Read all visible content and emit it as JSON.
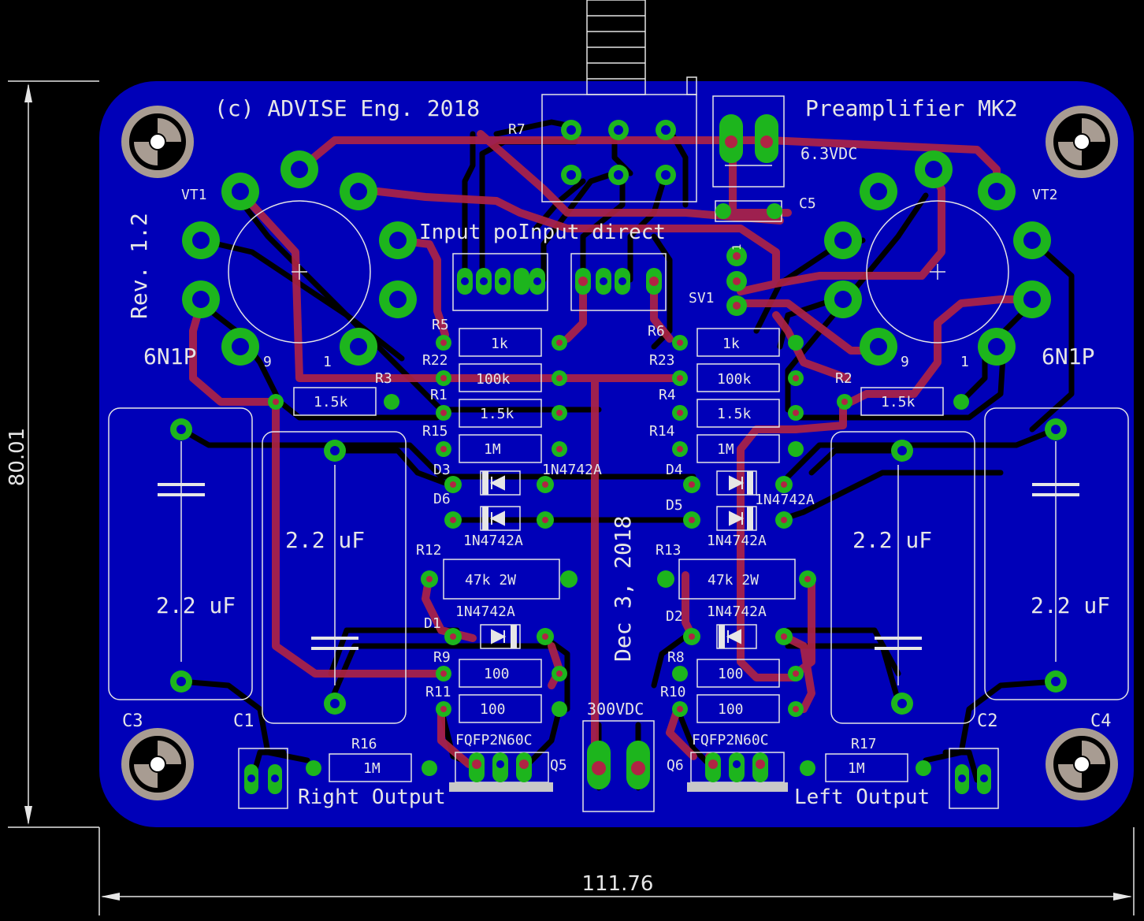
{
  "dimensions": {
    "width_label": "111.76",
    "height_label": "80.01"
  },
  "board": {
    "colors": {
      "substrate": "#0000b8",
      "top_copper": "#b02444",
      "bottom_copper": "#000000",
      "pad_ring": "#1db51d",
      "silkscreen": "#e6e6e6",
      "drill": "#0000b8",
      "mount_hole": "#a89c92"
    },
    "texts": {
      "copyright": "(c) ADVISE Eng. 2018",
      "title": "Preamplifier MK2",
      "revision": "Rev. 1.2",
      "date": "Dec 3, 2018",
      "supply_heater": "6.3VDC",
      "supply_hv": "300VDC",
      "input_select": "Input poInput direct",
      "right_output": "Right Output",
      "left_output": "Left Output"
    },
    "tubes": [
      {
        "ref": "VT1",
        "type": "6N1P",
        "pin_a": "9",
        "pin_b": "1"
      },
      {
        "ref": "VT2",
        "type": "6N1P",
        "pin_a": "9",
        "pin_b": "1"
      }
    ],
    "resistors": [
      {
        "ref": "R5",
        "value": "1k"
      },
      {
        "ref": "R6",
        "value": "1k"
      },
      {
        "ref": "R22",
        "value": "100k"
      },
      {
        "ref": "R23",
        "value": "100k"
      },
      {
        "ref": "R1",
        "value": "1.5k"
      },
      {
        "ref": "R4",
        "value": "1.5k"
      },
      {
        "ref": "R15",
        "value": "1M"
      },
      {
        "ref": "R14",
        "value": "1M"
      },
      {
        "ref": "R3",
        "value": "1.5k"
      },
      {
        "ref": "R2",
        "value": "1.5k"
      },
      {
        "ref": "R12",
        "value": "47k 2W"
      },
      {
        "ref": "R13",
        "value": "47k 2W"
      },
      {
        "ref": "R9",
        "value": "100"
      },
      {
        "ref": "R8",
        "value": "100"
      },
      {
        "ref": "R11",
        "value": "100"
      },
      {
        "ref": "R10",
        "value": "100"
      },
      {
        "ref": "R16",
        "value": "1M"
      },
      {
        "ref": "R17",
        "value": "1M"
      },
      {
        "ref": "R7",
        "value": ""
      }
    ],
    "diodes": [
      {
        "ref": "D3",
        "value": "1N4742A"
      },
      {
        "ref": "D6",
        "value": "1N4742A"
      },
      {
        "ref": "D4",
        "value": "1N4742A"
      },
      {
        "ref": "D5",
        "value": "1N4742A"
      },
      {
        "ref": "D1",
        "value": "1N4742A"
      },
      {
        "ref": "D2",
        "value": "1N4742A"
      }
    ],
    "capacitors": [
      {
        "ref": "C1",
        "value": "2.2 uF"
      },
      {
        "ref": "C2",
        "value": "2.2 uF"
      },
      {
        "ref": "C3",
        "value": "2.2 uF"
      },
      {
        "ref": "C4",
        "value": "2.2 uF"
      },
      {
        "ref": "C5",
        "value": ""
      }
    ],
    "transistors": [
      {
        "ref": "Q5",
        "type": "FQFP2N60C"
      },
      {
        "ref": "Q6",
        "type": "FQFP2N60C"
      }
    ],
    "connectors": [
      {
        "ref": "SV1",
        "pin1": "1"
      }
    ]
  }
}
